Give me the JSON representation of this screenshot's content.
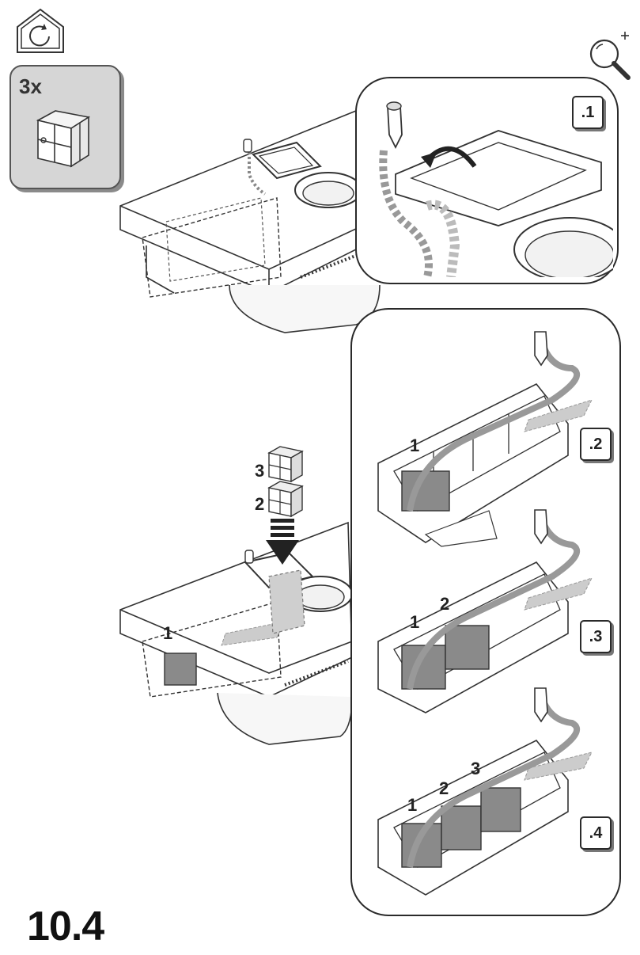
{
  "quantity": {
    "label": "3x"
  },
  "steps": [
    ".1",
    ".2",
    ".3",
    ".4"
  ],
  "callouts": {
    "insert_order": [
      "3",
      "2"
    ],
    "main_installed": "1",
    "step2": [
      "1"
    ],
    "step3": [
      "1",
      "2"
    ],
    "step4": [
      "1",
      "2",
      "3"
    ]
  },
  "section": {
    "number": "10.4"
  },
  "icons": [
    "house-rotate-icon",
    "zoom-icon",
    "filter-pack-icon"
  ],
  "colors": {
    "line": "#2a2a2a",
    "badge_bg": "#d6d6d6",
    "filter_fill": "#8a8a8a",
    "hose_dash": "#bdbdbd"
  }
}
